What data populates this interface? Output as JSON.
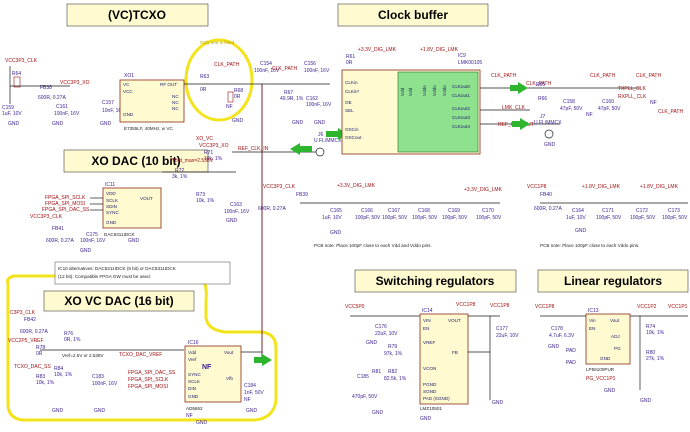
{
  "titles": {
    "vctcxo": "(VC)TCXO",
    "clock_buffer": "Clock buffer",
    "xo_dac": "XO DAC (10 bit)",
    "xo_vc_dac": "XO VC DAC (16 bit)",
    "switching": "Switching regulators",
    "linear": "Linear regulators"
  },
  "notes": {
    "only_one_fitted": "Only one is fitted",
    "ic10_alt_1": "IC10 alternatives: DAC5311IDCK (8 bit) or DAC5311IDCK",
    "ic10_alt_2": "(12 bit). Compatible FPGA GW must be used.",
    "pcb_note_1": "PCB note: Place 100pF close to each Vdd and Vddo pins.",
    "pcb_note_2": "PCB note: Place 100pF close to each Vddo pins."
  },
  "nets": {
    "vcc3p3_clk": "VCC3P3_CLK",
    "vcc3p3_xo": "VCC3P3_XO",
    "clk_path": "CLK_PATH",
    "tcxo_dac_vref": "TCXO_DAC_VREF",
    "ref_clk_in": "REF_CLK_IN",
    "xo_vc": "XO_VC",
    "vout_max": "Vout_max=2.538V",
    "plus3v3_dig_lmk": "+3.3V_DIG_LMK",
    "plus1v8_dig_lmk": "+1.8V_DIG_LMK",
    "lmk_clk": "LMK_CLK",
    "ref_clk_out": "REF_CLK_OUT",
    "txpll_clk": "TXPLL_CLK",
    "rxpll_clk": "RXPLL_CLK",
    "fpga_spi_sclk": "FPGA_SPI_SCLK",
    "fpga_spi_mosi": "FPGA_SPI_MOSI",
    "fpga_spi_dac_ss": "FPGA_SPI_DAC_SS",
    "fpga_spi_dac_ss5": "FPGA_SPI_DAC_SS",
    "vcc5p0": "VCC5P0",
    "vcc1p8": "VCC1P8",
    "vcc1p2": "VCC1P2",
    "vcc1p1": "VCC1P1",
    "vcc2p5_vref": "VCC2P5_VREF",
    "c3p3_clk": "C3P3_CLK",
    "tcxo_dac_ss": "TCXO_DAC_SS",
    "vref_note": "Vref=2.5V or 2.538V",
    "pg_vcc1p1": "PG_VCC1P1",
    "gnd": "GND",
    "pad": "PAD"
  },
  "ics": {
    "xo1": {
      "ref": "XO1",
      "pins": [
        "VC",
        "VCC",
        "NC",
        "GND",
        "RF OUT"
      ],
      "part": "E7355LF, 40MHz, w VC"
    },
    "ic11": {
      "ref": "IC11",
      "pins": [
        "VDD",
        "SCLK",
        "SDIN",
        "SYNC",
        "GND",
        "VOUT"
      ],
      "part": "DAC6311IDCK"
    },
    "ic16": {
      "ref": "IC16",
      "pins": [
        "Vdd",
        "Vref",
        "SYNC",
        "SCLK",
        "DIN",
        "GND",
        "Vout",
        "Vfb"
      ],
      "part": "AD5662",
      "nf": "NF"
    },
    "ic9": {
      "ref": "IC9",
      "part": "LMK00105",
      "pins_left": [
        "CLKin",
        "CLKin*",
        "OE",
        "SEL",
        "OSCin",
        "OSCout"
      ],
      "pins_right": [
        "CLKout0",
        "CLKout1",
        "CLKout2",
        "CLKout3",
        "CLKout4"
      ]
    },
    "ic14": {
      "ref": "IC14",
      "part": "LMZ10501",
      "pins": [
        "VIN",
        "EN",
        "VREF",
        "VCON",
        "PGND",
        "SGND",
        "PAD (SGND)",
        "VOUT",
        "FB"
      ]
    },
    "ic13": {
      "ref": "IC13",
      "part": "LP59100PUR",
      "pins": [
        "Vin",
        "EN",
        "ADJ",
        "PG",
        "Vout",
        "GND"
      ]
    }
  },
  "parts": {
    "r63": "R63",
    "r63v": "0R",
    "r64": "R64",
    "fb38": "FB38",
    "fb38v": "600R, 0.27A",
    "c159": "C159",
    "c159v": "1uF, 10V",
    "c161": "C161",
    "c161v": "100nF, 16V",
    "c157": "C157",
    "c157v": "10nF, 16V",
    "c154": "C154",
    "c154v": "100nF, 16V",
    "c162": "C162",
    "c162v": "100nF, 16V",
    "r67": "R67",
    "r67v": "49.9R, 1%",
    "r61": "R61",
    "r61v": "0R",
    "r68": "R68",
    "r68v": "0R",
    "c158": "C158",
    "c158v": "47pF, 50V",
    "c160": "C160",
    "c160v": "47pF, 50V",
    "j6": "J6",
    "j6v": "U.FL/MMCX",
    "j7": "J7",
    "j7v": "U.FL/MMCX",
    "r71": "R71",
    "r71v": "10k, 1%",
    "r72": "R72",
    "r72v": "3k, 1%",
    "r73": "R73",
    "r73v": "10k, 1%",
    "c163": "C163",
    "c163v": "100nF, 16V",
    "fb39": "FB39",
    "fb39v": "600R, 0.27A",
    "fb41": "FB41",
    "fb41v": "600R, 0.27A",
    "c175": "C175",
    "c175v": "100nF, 16V",
    "c165": "C165",
    "c165v": "1uF, 10V",
    "c166": "C166",
    "c167": "C167",
    "c168": "C168",
    "c169": "C169",
    "c170": "C170",
    "c_100pf": "100pF, 50V",
    "fb40": "FB40",
    "fb40v": "600R, 0.27A",
    "c164": "C164",
    "c171": "C171",
    "c172": "C172",
    "c173": "C173",
    "fb42": "FB42",
    "fb42v": "600R, 0.27A",
    "r76": "R76",
    "r76v": "0R, 1%",
    "r78": "R78",
    "r78v": "0R",
    "r83": "R83",
    "r83v": "10k, 1%",
    "r84": "R84",
    "r84v": "10k, 1%",
    "c183": "C183",
    "c183v": "100nF, 16V",
    "c184": "C184",
    "c184v": "1nF, 50V",
    "c176": "C176",
    "c176v": "22uF, 10V",
    "c177": "C177",
    "c177v": "22uF, 10V",
    "r79": "R79",
    "r79v": "97k, 1%",
    "r81": "R81",
    "r82": "R82",
    "r82v": "82.5k, 1%",
    "c185": "C185",
    "c185v": "470pF, 50V",
    "c178": "C178",
    "c178v": "4.7uF, 6.3V",
    "r74": "R74",
    "r74v": "10k, 1%",
    "r80": "R80",
    "r80v": "27k, 1%",
    "nf": "NF"
  },
  "ic9_power": [
    "Vdd",
    "Vdd",
    "Vddo",
    "Vddo",
    "Vddo"
  ]
}
